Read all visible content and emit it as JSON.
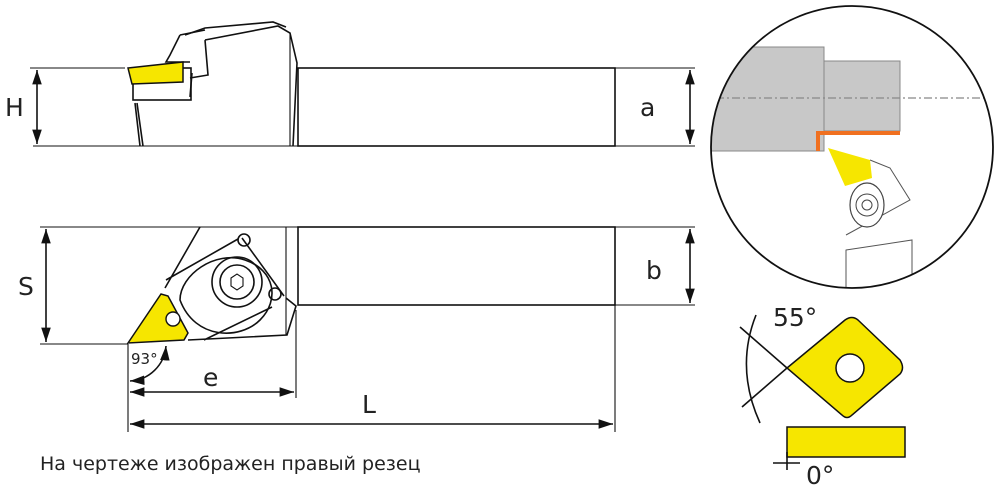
{
  "dimensions": {
    "H": "H",
    "a": "a",
    "S": "S",
    "b": "b",
    "e": "e",
    "L": "L",
    "lead_angle": "93°",
    "insert_angle": "55°",
    "clearance_angle": "0°"
  },
  "caption": "На чертеже изображен правый резец",
  "colors": {
    "insert": "#f6e600",
    "workpiece": "#c8c8c8",
    "cut_surface": "#f07020"
  }
}
